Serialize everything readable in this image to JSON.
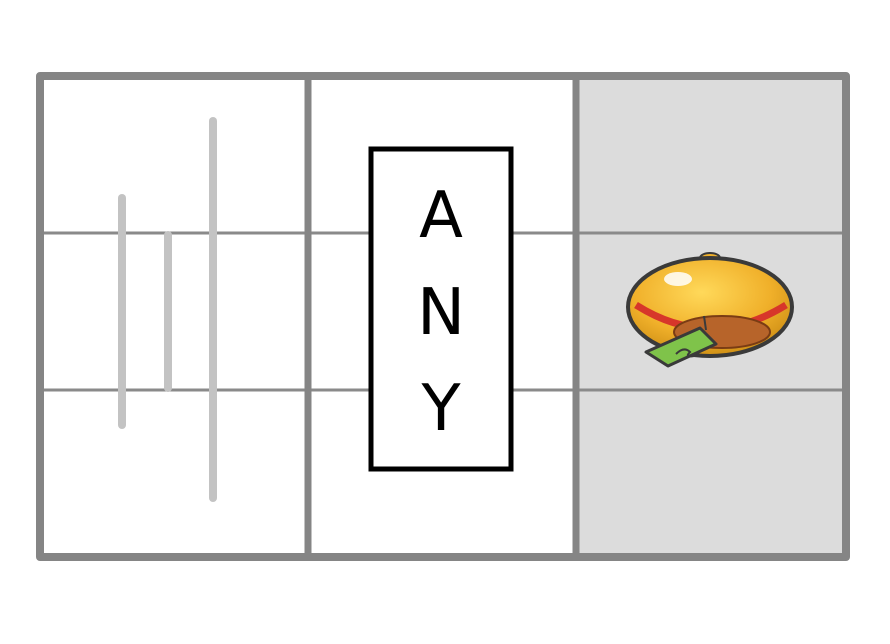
{
  "reel_grid": {
    "columns": 3,
    "rows": 3,
    "colors": {
      "frame": "#858585",
      "row_divider": "#8a8a8a",
      "column_background": "#ffffff",
      "highlighted_column_background": "#dcdcdc",
      "payline_marker": "#c3c3c3"
    },
    "highlighted_column": 3
  },
  "reel_1": {
    "content": "payline-markers",
    "marker_count": 3
  },
  "reel_2": {
    "any_box": {
      "letters": [
        "A",
        "N",
        "Y"
      ],
      "border_color": "#000000",
      "text_color": "#000000"
    }
  },
  "reel_3": {
    "symbol": "wind-chime-bell-icon",
    "colors": {
      "bell_gold": "#f0b02a",
      "bell_shadow": "#c98a12",
      "red_band": "#d7362a",
      "strip": "#7fc34a",
      "outline": "#3a3a3a"
    }
  }
}
